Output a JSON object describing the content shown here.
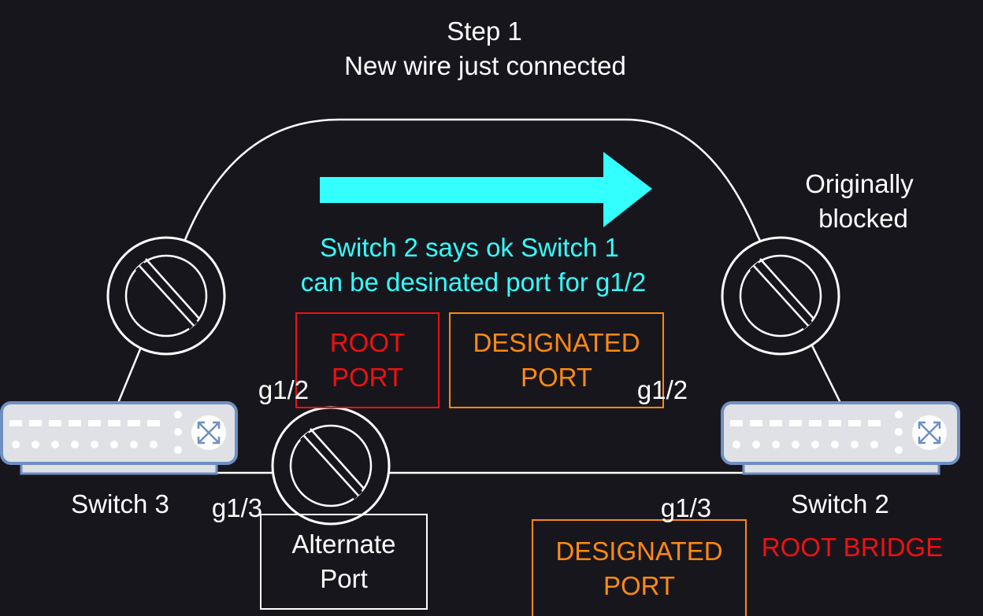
{
  "title": {
    "line1": "Step 1",
    "line2": "New wire just connected"
  },
  "annotation": {
    "line1": "Switch 2 says ok Switch 1",
    "line2": "can be desinated port for g1/2",
    "color": "#33ffff"
  },
  "originally_blocked": {
    "line1": "Originally",
    "line2": "blocked"
  },
  "boxes": {
    "root_port": {
      "line1": "ROOT",
      "line2": "PORT",
      "color": "#ee1111"
    },
    "designated_top": {
      "line1": "DESIGNATED",
      "line2": "PORT",
      "color": "#ff8a10"
    },
    "alternate": {
      "line1": "Alternate",
      "line2": "Port",
      "color": "#ffffff"
    },
    "designated_bottom": {
      "line1": "DESIGNATED",
      "line2": "PORT",
      "color": "#ff8a10"
    }
  },
  "ports": {
    "sw3_g12": "g1/2",
    "sw2_g12": "g1/2",
    "sw3_g13": "g1/3",
    "sw2_g13": "g1/3"
  },
  "switches": {
    "switch3": {
      "name": "Switch 3",
      "icon": "network-switch-icon"
    },
    "switch2": {
      "name": "Switch 2",
      "role": "ROOT BRIDGE",
      "role_color": "#ee1111",
      "icon": "network-switch-icon"
    }
  },
  "icons": {
    "blocked": "no-entry-icon",
    "arrow": "arrow-right-icon"
  },
  "colors": {
    "background": "#18161d",
    "line": "#ffffff",
    "switch_body": "#dfe1e6",
    "switch_border": "#6f8fc2"
  }
}
